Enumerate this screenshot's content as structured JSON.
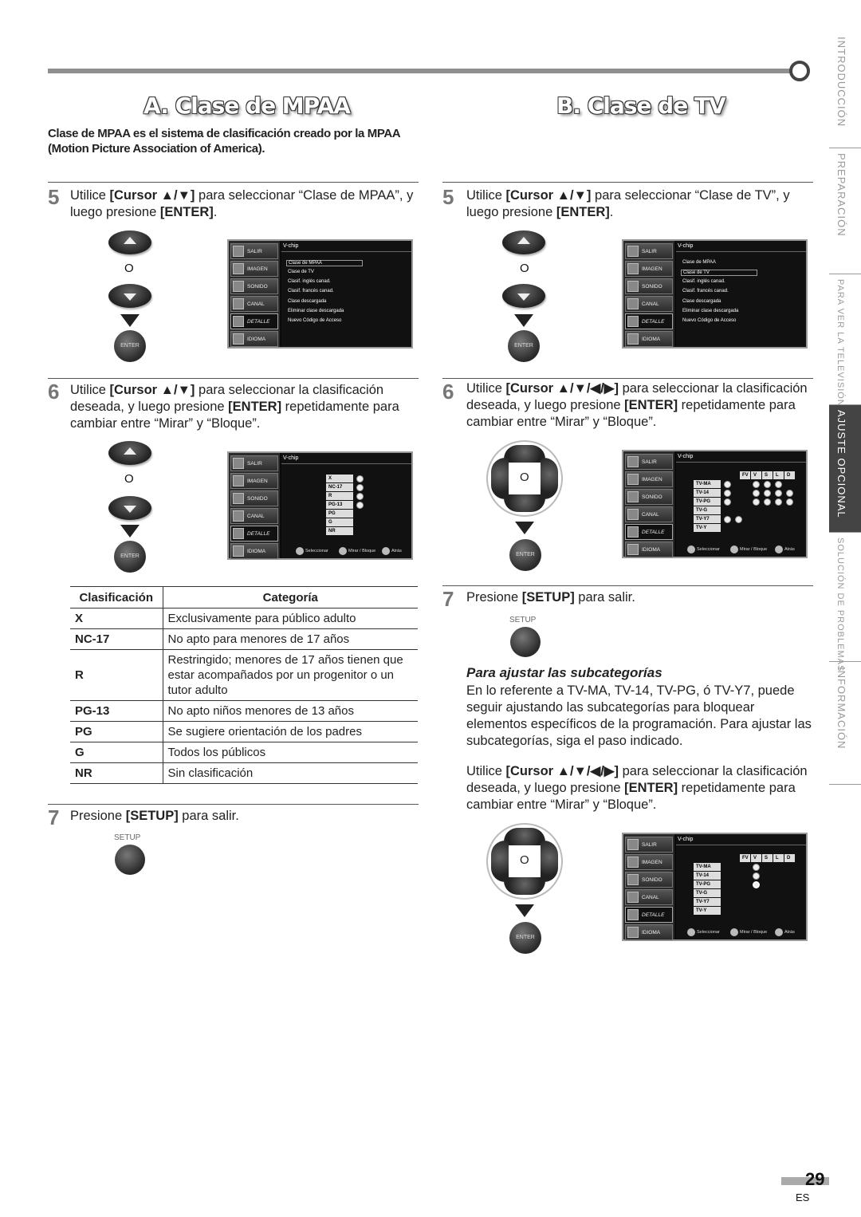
{
  "section_a": {
    "title": "A. Clase de MPAA",
    "intro": "Clase de MPAA es el sistema de clasificación creado por la MPAA (Motion Picture Association of America).",
    "step5": {
      "num": "5",
      "pre": "Utilice ",
      "key1": "[Cursor ▲/▼]",
      "mid": " para seleccionar “Clase de MPAA”, y luego presione ",
      "key2": "[ENTER]",
      "post": "."
    },
    "step6": {
      "num": "6",
      "pre": "Utilice ",
      "key1": "[Cursor ▲/▼]",
      "mid": " para seleccionar la clasificación deseada, y luego presione ",
      "key2": "[ENTER]",
      "post": " repetidamente para cambiar entre “Mirar” y “Bloque”."
    },
    "step7": {
      "num": "7",
      "pre": "Presione ",
      "key1": "[SETUP]",
      "post": " para salir."
    },
    "o": "O",
    "enter": "ENTER",
    "setup": "SETUP"
  },
  "section_b": {
    "title": "B. Clase de TV",
    "step5": {
      "num": "5",
      "pre": "Utilice ",
      "key1": "[Cursor ▲/▼]",
      "mid": " para seleccionar “Clase de TV”, y luego presione ",
      "key2": "[ENTER]",
      "post": "."
    },
    "step6": {
      "num": "6",
      "pre": "Utilice ",
      "key1": "[Cursor ▲/▼/◀/▶]",
      "mid": " para seleccionar la clasificación deseada, y luego presione ",
      "key2": "[ENTER]",
      "post": " repetidamente para cambiar entre “Mirar” y “Bloque”."
    },
    "step7": {
      "num": "7",
      "pre": "Presione ",
      "key1": "[SETUP]",
      "post": " para salir."
    },
    "sub_title": "Para ajustar las subcategorías",
    "sub_para": "En lo referente a TV-MA, TV-14, TV-PG, ó TV-Y7, puede seguir ajustando las subcategorías para bloquear elementos específicos de la programación. Para ajustar las subcategorías, siga el paso indicado.",
    "sub_step": {
      "pre": "Utilice ",
      "key1": "[Cursor ▲/▼/◀/▶]",
      "mid": " para seleccionar la clasificación deseada, y luego presione ",
      "key2": "[ENTER]",
      "post": " repetidamente para cambiar entre “Mirar” y “Bloque”."
    }
  },
  "osd": {
    "menu": [
      "SALIR",
      "IMAGEN",
      "SONIDO",
      "CANAL",
      "DETALLE",
      "IDIOMA"
    ],
    "header": "V-chip",
    "options": [
      "Clase de MPAA",
      "Clase de TV",
      "Clasif. inglés canad.",
      "Clasif. francés canad.",
      "Clase descargada",
      "Eliminar clase descargada",
      "Nuevo Código de Acceso"
    ],
    "mpaa_ratings": [
      "X",
      "NC-17",
      "R",
      "PG-13",
      "PG",
      "G",
      "NR"
    ],
    "tv_cols": [
      "FV",
      "V",
      "S",
      "L",
      "D"
    ],
    "tv_ratings": [
      "TV-MA",
      "TV-14",
      "TV-PG",
      "TV-G",
      "TV-Y7",
      "TV-Y"
    ],
    "bottom_select": "Seleccionar",
    "bottom_toggle": "Mirar / Bloque",
    "bottom_back": "Atrás"
  },
  "table": {
    "headers": [
      "Clasificación",
      "Categoría"
    ],
    "rows": [
      [
        "X",
        "Exclusivamente para público adulto"
      ],
      [
        "NC-17",
        "No apto para menores de 17 años"
      ],
      [
        "R",
        "Restringido; menores de 17 años tienen que estar acompañados por un progenitor o un tutor adulto"
      ],
      [
        "PG-13",
        "No apto niños menores de 13 años"
      ],
      [
        "PG",
        "Se sugiere orientación de los padres"
      ],
      [
        "G",
        "Todos los públicos"
      ],
      [
        "NR",
        "Sin clasificación"
      ]
    ]
  },
  "side_tabs": [
    "INTRODUCCIÓN",
    "PREPARACIÓN",
    "PARA VER LA TELEVISIÓN",
    "AJUSTE OPCIONAL",
    "SOLUCIÓN DE PROBLEMAS",
    "INFORMACIÓN"
  ],
  "page": {
    "number": "29",
    "lang": "ES"
  }
}
